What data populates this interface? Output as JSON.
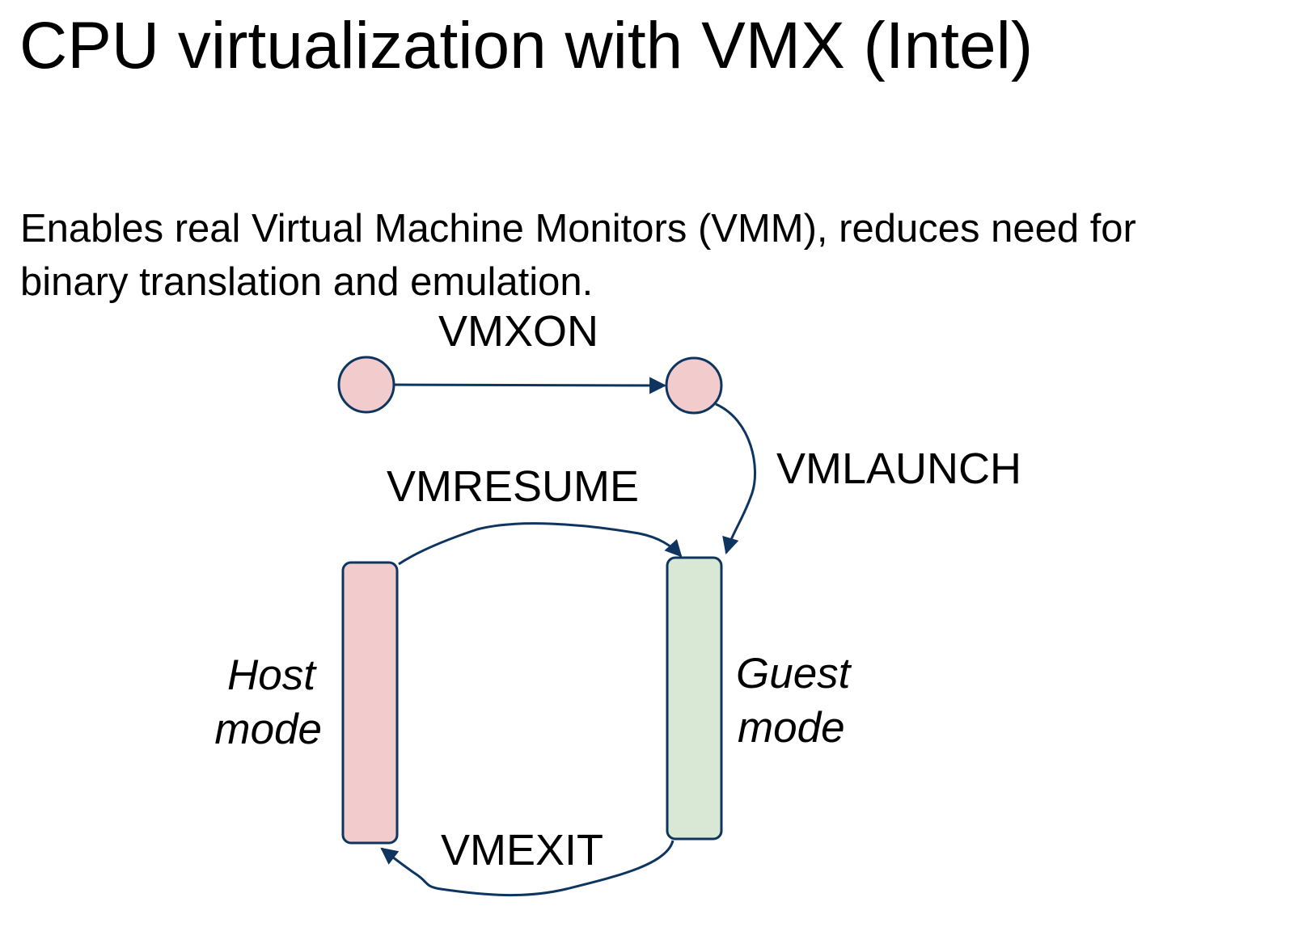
{
  "slide": {
    "title": "CPU virtualization with VMX (Intel)",
    "body_line1": "Enables real Virtual Machine Monitors (VMM), reduces need for",
    "body_line2": "binary translation and emulation."
  },
  "diagram": {
    "edges": {
      "vmxon": "VMXON",
      "vmlaunch": "VMLAUNCH",
      "vmresume": "VMRESUME",
      "vmexit": "VMEXIT"
    },
    "nodes": {
      "host_line1": "Host",
      "host_line2": "mode",
      "guest_line1": "Guest",
      "guest_line2": "mode"
    },
    "colors": {
      "stroke": "#0e3460",
      "host_fill": "#f2cccc",
      "guest_fill": "#d9e8d4"
    }
  }
}
